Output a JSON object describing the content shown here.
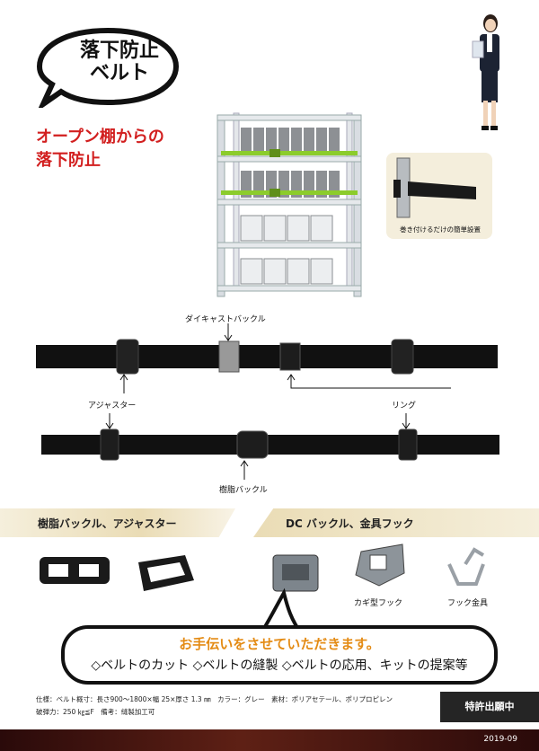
{
  "title_bubble": {
    "line1": "落下防止",
    "line2": "ベルト"
  },
  "subheading": {
    "line1": "オープン棚からの",
    "line2": "落下防止"
  },
  "inset_caption": "巻き付けるだけの簡単設置",
  "belt_labels": {
    "diecast_buckle": "ダイキャストバックル",
    "adjuster": "アジャスター",
    "ring": "リング",
    "resin_buckle": "樹脂バックル"
  },
  "bands": {
    "left": "樹脂バックル、アジャスター",
    "right": "DC バックル、金具フック"
  },
  "parts": {
    "key_hook": "カギ型フック",
    "metal_hook": "フック金具"
  },
  "callout": {
    "title": "お手伝いをさせていただきます。",
    "body": "◇ベルトのカット ◇ベルトの縫製 ◇ベルトの応用、キットの提案等"
  },
  "specs": {
    "line1": "仕様：ベルト概寸：長さ900～1800×幅 25×厚さ 1.3 ㎜　カラー：グレー　素材：ポリアセテール、ポリプロピレン",
    "line2": "破弾力：250 ㎏≦F　備考：縫製加工可"
  },
  "patent": "特許出願中",
  "footer_date": "2019-09",
  "colors": {
    "accent_red": "#d21f1f",
    "accent_orange": "#e48b14",
    "belt_green": "#8ccc2c",
    "footer": "#4a1a12"
  }
}
